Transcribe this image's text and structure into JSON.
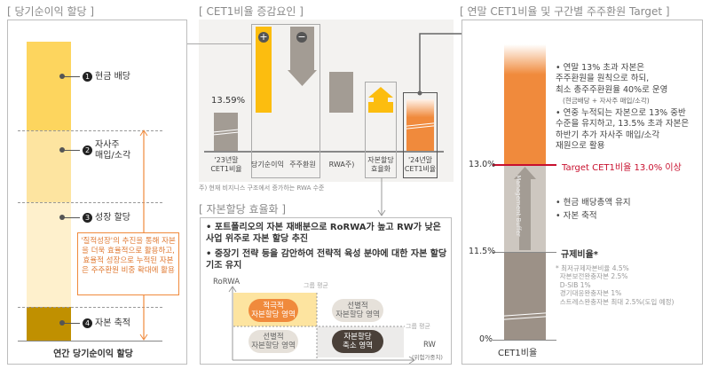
{
  "left": {
    "title": "[ 당기순이익 할당 ]",
    "items": [
      {
        "n": "1",
        "label": "현금 배당"
      },
      {
        "n": "2",
        "label": "자사주\n매입/소각"
      },
      {
        "n": "3",
        "label": "성장 할당"
      },
      {
        "n": "4",
        "label": "자본 축적"
      }
    ],
    "note": "'질적성장'의 추진을 통해 자본을 더욱 효율적으로 활용하고, 효율적 성장으로 누적된 자본은 주주환원 비중 확대에 활용",
    "footer": "연간 당기순이익 할당"
  },
  "mid": {
    "title": "[ CET1비율 증감요인 ]",
    "start_value": "13.59%",
    "labels": [
      "'23년말\nCET1비율",
      "당기순이익",
      "주주환원",
      "RWA주)",
      "자본할당\n효율화",
      "'24년말\nCET1비율"
    ],
    "footnote": "주) 현재 비지니스 구조에서 증가하는 RWA 수준"
  },
  "alloc": {
    "title": "[ 자본할당 효율화 ]",
    "bullets": [
      "포트폴리오의 자본 재배분으로 RoRWA가 높고 RW가 낮은 사업 위주로 자본 할당 추진",
      "중장기 전략 등을 감안하여 전략적 육성 분야에 대한 자본 할당 기조 유지"
    ],
    "y_axis": "RoRWA",
    "x_axis": "RW",
    "x_axis_sub": "(위험가중치)",
    "avg1": "그룹 평균",
    "avg2": "그룹 평균",
    "quadrants": [
      "적극적\n자본할당 영역",
      "선별적\n자본할당 영역",
      "선별적\n자본할당 영역",
      "자본할당\n축소 영역"
    ]
  },
  "right": {
    "title": "[ 연말 CET1비율 및 구간별 주주환원 Target ]",
    "ticks": [
      "13.0%",
      "11.5%",
      "0%"
    ],
    "upper_bullets": [
      "연말 13% 초과 자본은\n주주환원을 원칙으로 하되,\n최소 총주주환원율 40%로 운영",
      "연중 누적되는 자본으로 13% 중반\n수준을 유지하고, 13.5% 초과 자본은\n하반기 추가 자사주 매입/소각\n재원으로 활용"
    ],
    "upper_sub": "(현금배당 + 자사주 매입/소각)",
    "target": "Target CET1비율 13.0% 이상",
    "mid_bullets": [
      "현금 배당총액 유지",
      "자본 축적"
    ],
    "buffer": "Management Buffer",
    "reg_title": "규제비율*",
    "reg_lines": "* 최저규제자본비율 4.5%\n  자본보전완충자본 2.5%\n  D-SIB 1%\n  경기대응완충자본 1%\n  스트레스완충자본 최대 2.5%(도입 예정)",
    "x_label": "CET1비율"
  },
  "colors": {
    "yellow": "#fcbd0f",
    "orange": "#f08a3c",
    "red": "#c8102e",
    "gray": "#b2aba3",
    "dark": "#4a4039"
  }
}
